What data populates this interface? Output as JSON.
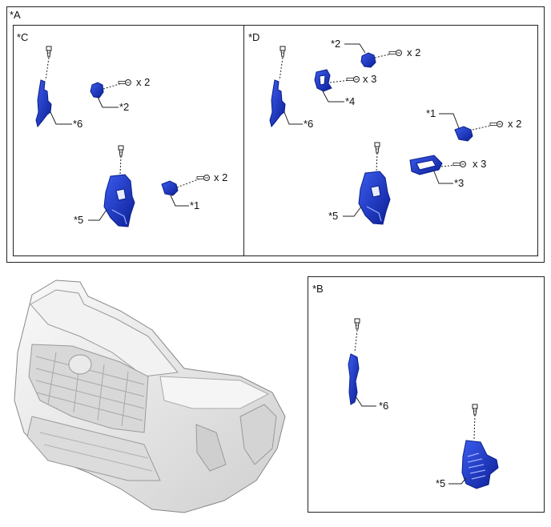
{
  "panel_a": {
    "label": "*A",
    "panel_c": {
      "label": "*C",
      "callouts": {
        "part6": "*6",
        "part2": "*2",
        "part2_qty": "x 2",
        "part5": "*5",
        "part1": "*1",
        "part1_qty": "x 2"
      }
    },
    "panel_d": {
      "label": "*D",
      "callouts": {
        "part2": "*2",
        "part2_qty": "x 2",
        "part4": "*4",
        "part4_qty": "x 3",
        "part6": "*6",
        "part1": "*1",
        "part1_qty": "x 2",
        "part5": "*5",
        "part3": "*3",
        "part3_qty": "x 3"
      }
    }
  },
  "panel_b": {
    "label": "*B",
    "callouts": {
      "part6": "*6",
      "part5": "*5"
    }
  },
  "colors": {
    "part_blue": "#1f3fd4",
    "part_dark": "#0b1f8a",
    "bumper": "#e8e8e8"
  }
}
